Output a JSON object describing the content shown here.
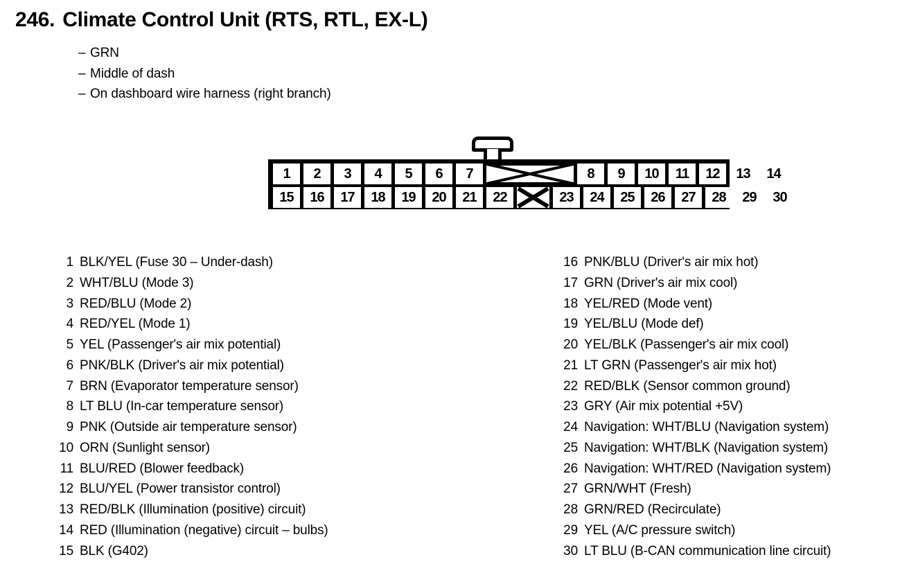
{
  "header": {
    "number": "246.",
    "title": "Climate Control Unit (RTS, RTL, EX-L)",
    "subtitles": [
      "GRN",
      "Middle of dash",
      "On dashboard wire harness (right branch)"
    ],
    "dash": "–"
  },
  "connector": {
    "latch_label": "connector-latch-tab",
    "top_row": [
      "1",
      "2",
      "3",
      "4",
      "5",
      "6",
      "7",
      "",
      "8",
      "9",
      "10",
      "11",
      "12",
      "13",
      "14"
    ],
    "bottom_row": [
      "15",
      "16",
      "17",
      "18",
      "19",
      "20",
      "21",
      "22",
      "",
      "23",
      "24",
      "25",
      "26",
      "27",
      "28",
      "29",
      "30"
    ],
    "blank_marker": "X"
  },
  "pins": {
    "left": [
      {
        "num": "1",
        "desc": "BLK/YEL (Fuse 30 – Under-dash)"
      },
      {
        "num": "2",
        "desc": "WHT/BLU (Mode 3)"
      },
      {
        "num": "3",
        "desc": "RED/BLU (Mode 2)"
      },
      {
        "num": "4",
        "desc": "RED/YEL (Mode 1)"
      },
      {
        "num": "5",
        "desc": "YEL (Passenger's air mix potential)"
      },
      {
        "num": "6",
        "desc": "PNK/BLK (Driver's air mix potential)"
      },
      {
        "num": "7",
        "desc": "BRN (Evaporator temperature sensor)"
      },
      {
        "num": "8",
        "desc": "LT BLU (In-car temperature sensor)"
      },
      {
        "num": "9",
        "desc": "PNK (Outside air temperature sensor)"
      },
      {
        "num": "10",
        "desc": "ORN (Sunlight sensor)"
      },
      {
        "num": "11",
        "desc": "BLU/RED (Blower feedback)"
      },
      {
        "num": "12",
        "desc": "BLU/YEL (Power transistor control)"
      },
      {
        "num": "13",
        "desc": "RED/BLK (Illumination (positive) circuit)"
      },
      {
        "num": "14",
        "desc": "RED (Illumination (negative) circuit – bulbs)"
      },
      {
        "num": "15",
        "desc": "BLK (G402)"
      }
    ],
    "right": [
      {
        "num": "16",
        "desc": "PNK/BLU (Driver's air mix hot)"
      },
      {
        "num": "17",
        "desc": "GRN (Driver's air mix cool)"
      },
      {
        "num": "18",
        "desc": "YEL/RED (Mode vent)"
      },
      {
        "num": "19",
        "desc": "YEL/BLU (Mode def)"
      },
      {
        "num": "20",
        "desc": "YEL/BLK (Passenger's air mix cool)"
      },
      {
        "num": "21",
        "desc": "LT GRN (Passenger's air mix hot)"
      },
      {
        "num": "22",
        "desc": "RED/BLK (Sensor common ground)"
      },
      {
        "num": "23",
        "desc": "GRY (Air mix potential +5V)"
      },
      {
        "num": "24",
        "desc": "Navigation: WHT/BLU (Navigation system)"
      },
      {
        "num": "25",
        "desc": "Navigation: WHT/BLK (Navigation system)"
      },
      {
        "num": "26",
        "desc": "Navigation: WHT/RED (Navigation system)"
      },
      {
        "num": "27",
        "desc": "GRN/WHT (Fresh)"
      },
      {
        "num": "28",
        "desc": "GRN/RED (Recirculate)"
      },
      {
        "num": "29",
        "desc": "YEL (A/C pressure switch)"
      },
      {
        "num": "30",
        "desc": "LT BLU (B-CAN communication line circuit)"
      }
    ]
  },
  "colors": {
    "ink": "#000000",
    "paper": "#ffffff"
  }
}
